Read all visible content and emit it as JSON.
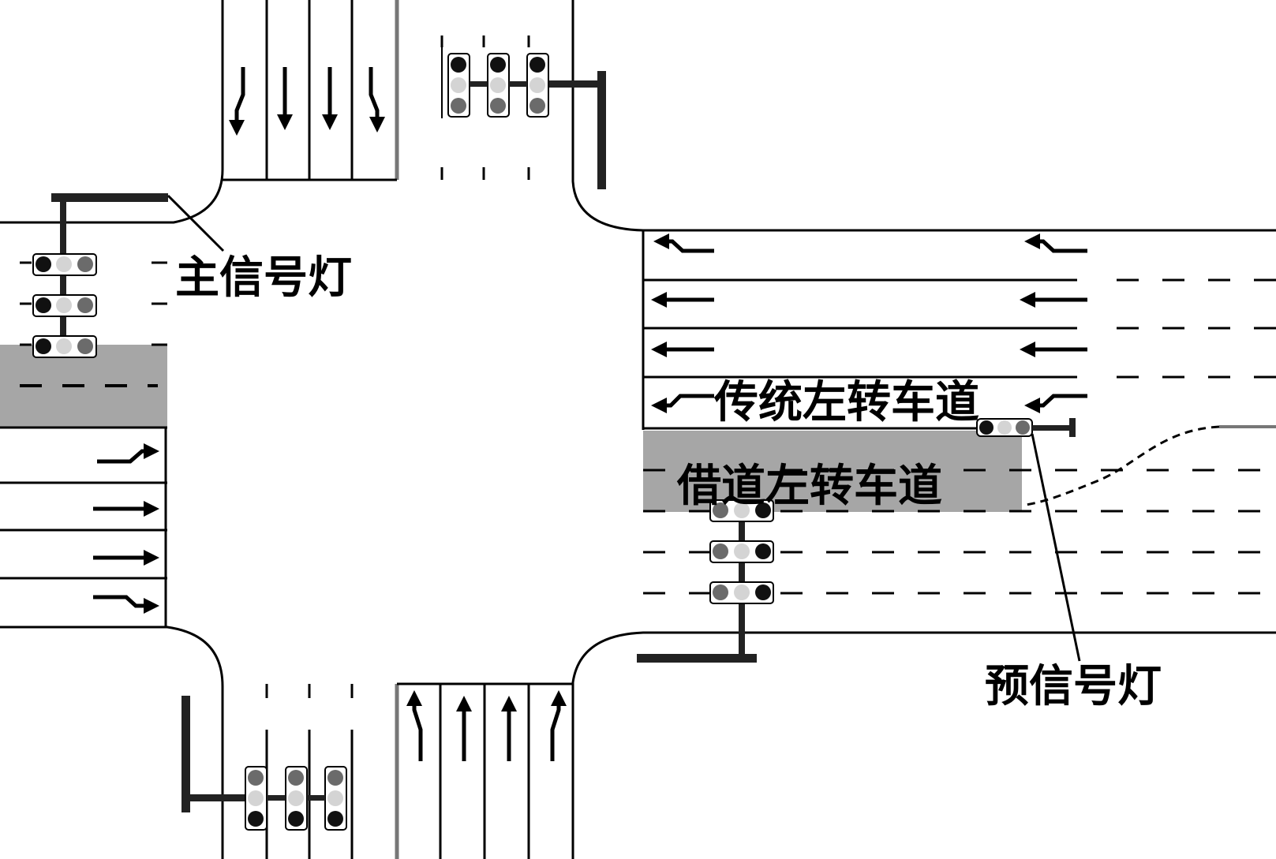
{
  "labels": {
    "main_signal": "主信号灯",
    "pre_signal": "预信号灯",
    "traditional_left_turn_lane": "传统左转车道",
    "borrowed_left_turn_lane": "借道左转车道"
  },
  "colors": {
    "borrowed_lane_fill": "#a6a6a6",
    "signal_dark": "#111111",
    "signal_mid": "#6b6b6b",
    "signal_light": "#d4d4d4",
    "line": "#000000"
  },
  "arrow_icons": [
    "left-turn-arrow-icon",
    "straight-arrow-icon",
    "right-turn-arrow-icon"
  ]
}
